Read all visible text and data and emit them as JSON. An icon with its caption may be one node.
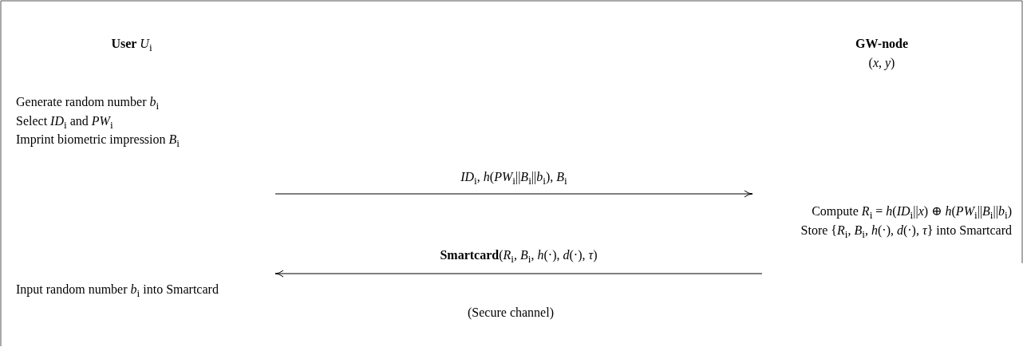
{
  "diagram": {
    "nodes": [
      {
        "text": [
          "**User** *U*$_{i}$",
          "Generate random number *b*$_{i}$",
          "Select *ID*$_{i}$ and *PW*$_{i}$",
          "Imprint biometric impression *B*$_{i}$",
          "Input random number *b*$_{i}$ into Smartcard"
        ]
      },
      {
        "text": [
          "GW-node",
          "(*x*, *y*)",
          "Compute *R*$_{i}$ = *h*(*ID*$_{i}$||*x*) ⊕ *h*(*PW*$_{i}$||*B*$_{i}$||*b*$_{i}$)",
          "Store {*R*$_{i}$, *B*$_{i}$, *h*(·), *d*(·), *τ*} into Smartcard"
        ]
      }
    ],
    "edges": [
      {
        "from": 0,
        "to": 1,
        "arrow": "to",
        "label": "*ID*$_{i}$, *h*(*PW*$_{i}$||*B*$_{i}$||*b*$_{i}$), *B*$_{i}$"
      },
      {
        "from": 1,
        "to": 0,
        "arrow": "to",
        "label": "**Smartcard**(*R*$_{i}$, *B*$_{i}$, *h*(·), *d*(·), *τ*)"
      }
    ],
    "labels": [
      "(Secure channel)"
    ]
  }
}
